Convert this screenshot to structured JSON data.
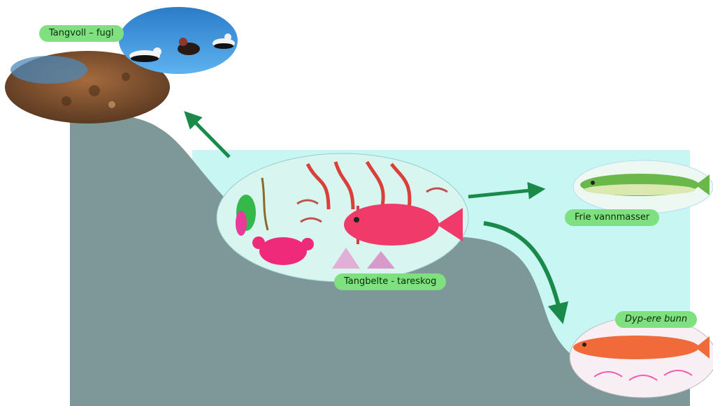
{
  "labels": {
    "tangvoll": "Tangvoll – fugl",
    "tangbelte": "Tangbelte - tareskog",
    "frie": "Frie vannmasser",
    "dypere": "Dyp-ere bunn"
  },
  "colors": {
    "water": "#c7f6f3",
    "seabed": "#7e9799",
    "arrow": "#1a8a4a",
    "label_bg": "#7fe07f"
  },
  "icons": [
    "seaweed-forest-icon",
    "crab-icon",
    "shrimp-icon",
    "redfish-icon",
    "greenfish-icon",
    "cod-icon",
    "eider-duck-icon",
    "arrow-icon"
  ]
}
